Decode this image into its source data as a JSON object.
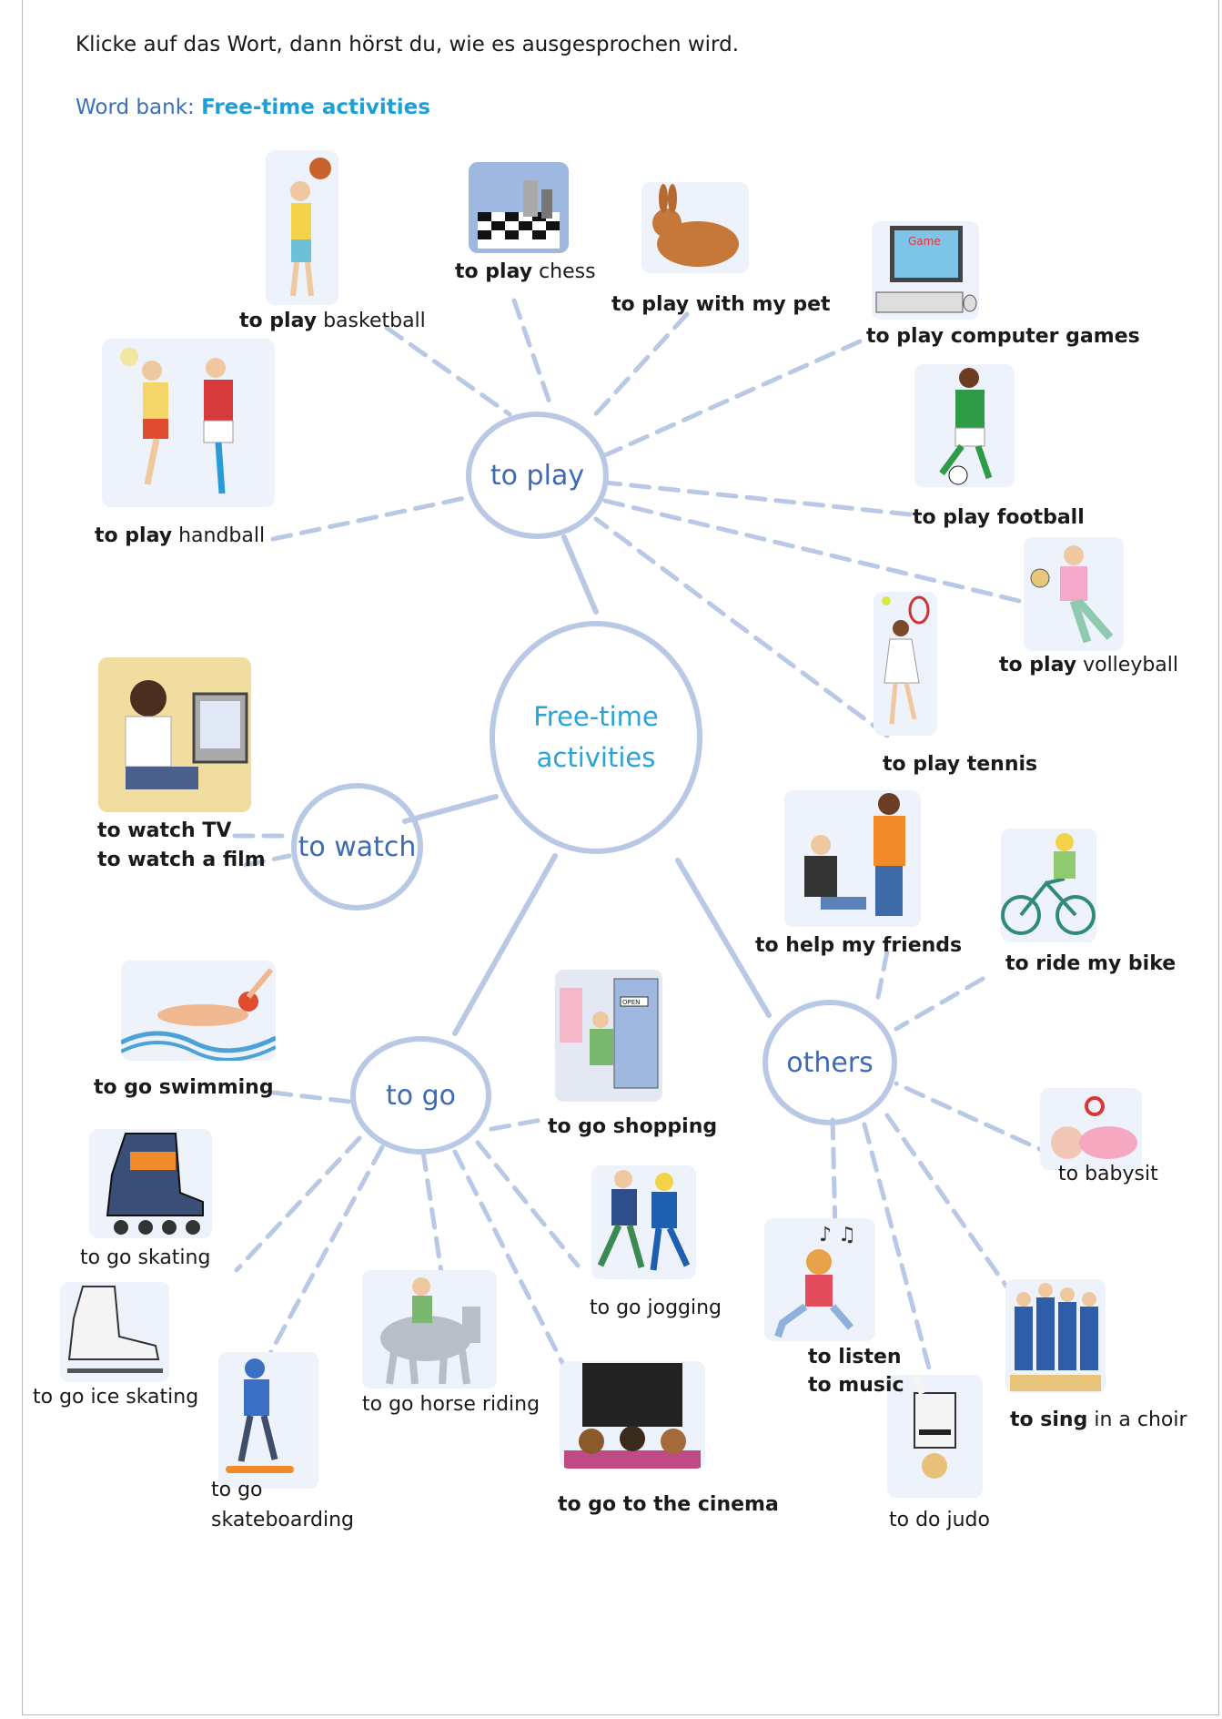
{
  "instruction": "Klicke auf das Wort, dann hörst du, wie es ausgesprochen wird.",
  "word_bank": {
    "prefix": "Word bank: ",
    "title": "Free-time activities"
  },
  "center": {
    "line1": "Free-time",
    "line2": "activities"
  },
  "hubs": {
    "play": "to play",
    "watch": "to watch",
    "go": "to go",
    "others": "others"
  },
  "items": {
    "basketball": {
      "bold": "to play",
      "rest": " basketball"
    },
    "chess": {
      "bold": "to play",
      "rest": " chess"
    },
    "pet": {
      "bold": "to play with my pet",
      "rest": ""
    },
    "computer": {
      "bold": "to play computer games",
      "rest": ""
    },
    "handball": {
      "bold": "to play",
      "rest": " handball"
    },
    "football": {
      "bold": "to play football",
      "rest": ""
    },
    "volleyball": {
      "bold": "to play",
      "rest": " volleyball"
    },
    "tennis": {
      "bold": "to play tennis",
      "rest": ""
    },
    "tv": {
      "bold": "to watch TV",
      "rest": ""
    },
    "film": {
      "bold": "to watch a film",
      "rest": ""
    },
    "help": {
      "bold": "to help my friends",
      "rest": ""
    },
    "bike": {
      "bold": "to ride my bike",
      "rest": ""
    },
    "swimming": {
      "bold": "to go swimming",
      "rest": ""
    },
    "shopping": {
      "bold": "to go shopping",
      "rest": ""
    },
    "babysit": {
      "bold": "",
      "rest": "to babysit"
    },
    "skating": {
      "bold": "",
      "rest": "to go skating"
    },
    "jogging": {
      "bold": "",
      "rest": "to go jogging"
    },
    "music1": {
      "bold": "to listen",
      "rest": ""
    },
    "music2": {
      "bold": "to music",
      "rest": ""
    },
    "ice": {
      "bold": "",
      "rest": "to go ice skating"
    },
    "horse": {
      "bold": "",
      "rest": "to go horse riding"
    },
    "choir": {
      "bold": "to sing",
      "rest": " in a choir"
    },
    "skate1": {
      "bold": "",
      "rest": "to go"
    },
    "skate2": {
      "bold": "",
      "rest": "skateboarding"
    },
    "cinema": {
      "bold": "to go to the cinema",
      "rest": ""
    },
    "judo": {
      "bold": "",
      "rest": "to do judo"
    }
  },
  "screen_text": {
    "game": "Game",
    "open": "OPEN"
  },
  "colors": {
    "line": "#b9c8e4",
    "hub_text": "#3d6ab3",
    "accent": "#1e9fd6"
  }
}
